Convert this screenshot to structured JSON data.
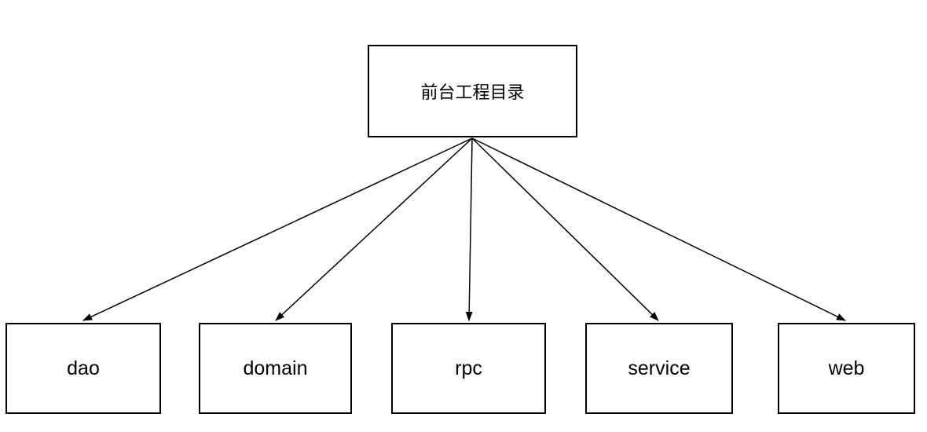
{
  "diagram": {
    "title": "project-directory-tree",
    "background_color": "#ffffff",
    "stroke_color": "#000000",
    "text_color": "#000000",
    "root": {
      "id": "root",
      "label": "前台工程目录"
    },
    "children": {
      "dao": {
        "label": "dao"
      },
      "domain": {
        "label": "domain"
      },
      "rpc": {
        "label": "rpc"
      },
      "service": {
        "label": "service"
      },
      "web": {
        "label": "web"
      }
    },
    "edges": [
      {
        "from": "root",
        "to": "dao"
      },
      {
        "from": "root",
        "to": "domain"
      },
      {
        "from": "root",
        "to": "rpc"
      },
      {
        "from": "root",
        "to": "service"
      },
      {
        "from": "root",
        "to": "web"
      }
    ]
  }
}
